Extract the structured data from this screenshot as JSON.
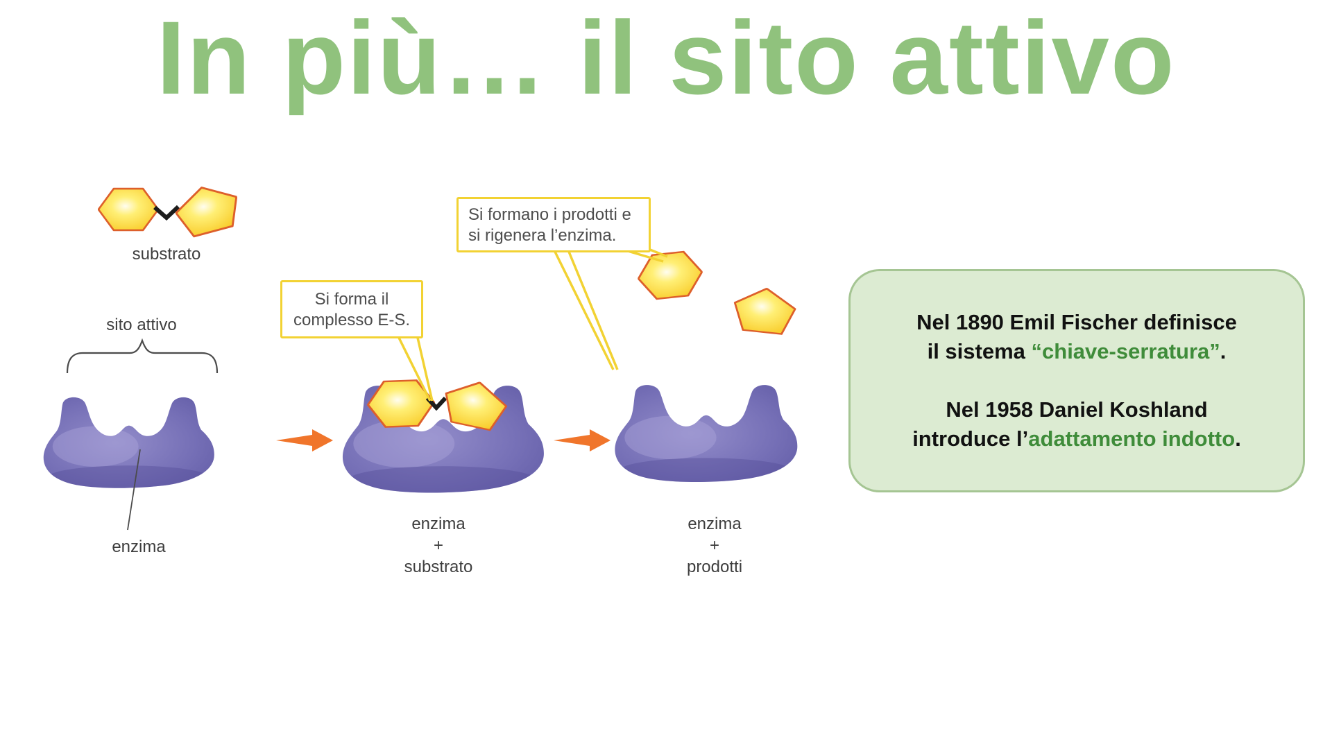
{
  "title": "In più… il sito attivo",
  "colors": {
    "title_green": "#90c27d",
    "note_box_bg": "#dcebd2",
    "note_box_border": "#a5c593",
    "highlight_green": "#3f8c3a",
    "enzyme_purple": "#756fb6",
    "substrate_yellow": "#f7c41a",
    "substrate_outline_orange": "#dd5f2b",
    "arrow_orange": "#f0752b",
    "callout_border_yellow": "#f2d233"
  },
  "diagram": {
    "substrate_label": "substrato",
    "active_site_label": "sito attivo",
    "enzyme_label": "enzima",
    "callout_es": {
      "line1": "Si forma il",
      "line2": "complesso E-S."
    },
    "callout_products": {
      "line1": "Si formano i prodotti e",
      "line2": "si rigenera l’enzima."
    },
    "stage2_label": {
      "line1": "enzima",
      "line2": "+",
      "line3": "substrato"
    },
    "stage3_label": {
      "line1": "enzima",
      "line2": "+",
      "line3": "prodotti"
    }
  },
  "note_box": {
    "p1_line1": "Nel 1890 Emil Fischer definisce",
    "p1_line2_pre": "il sistema ",
    "p1_line2_green": "“chiave-serratura”",
    "p1_line2_post": ".",
    "p2_line1": "Nel 1958 Daniel Koshland",
    "p2_line2_pre": "introduce l’",
    "p2_line2_green": "adattamento indotto",
    "p2_line2_post": "."
  }
}
